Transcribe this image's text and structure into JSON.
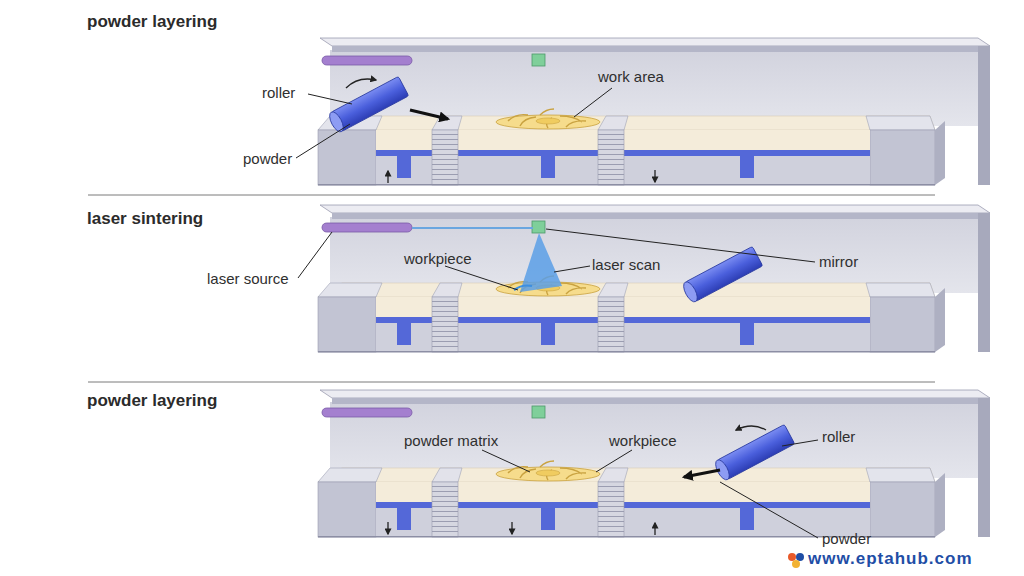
{
  "diagram": {
    "nodes": [
      {
        "text": [
          "powder layering"
        ]
      },
      {
        "text": [
          "laser sintering"
        ]
      },
      {
        "text": [
          "powder layering"
        ]
      }
    ],
    "labels": [
      "roller",
      "work area",
      "powder",
      "laser source",
      "workpiece",
      "laser scan",
      "mirror",
      "powder matrix",
      "workpiece",
      "roller",
      "powder",
      "www.eptahub.com"
    ]
  }
}
